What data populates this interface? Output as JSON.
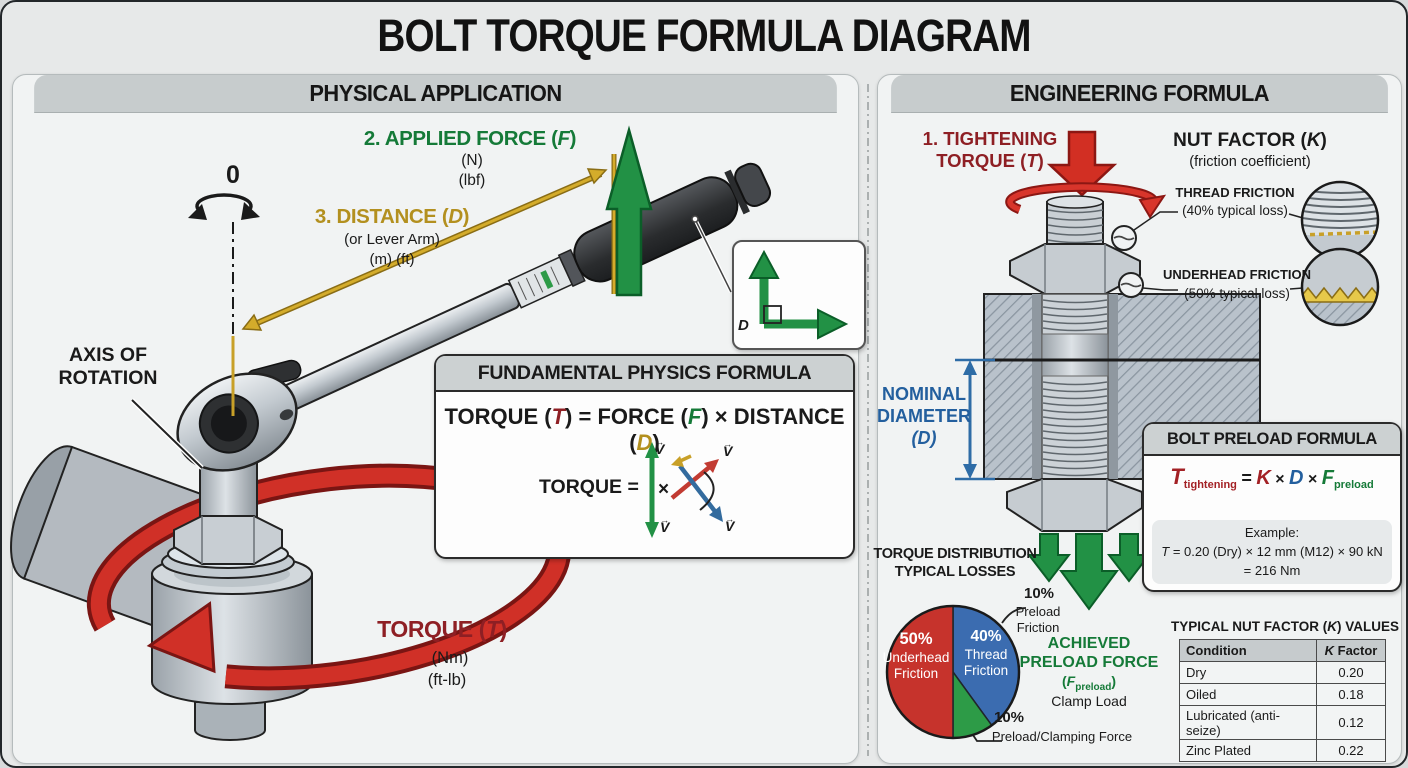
{
  "title": "BOLT TORQUE FORMULA DIAGRAM",
  "colors": {
    "green": "#1d8a42",
    "gold": "#c09a26",
    "red": "#d03027",
    "dark_red": "#8e1f24",
    "blue": "#2e6ca6",
    "pie_red": "#c6332c",
    "pie_blue": "#3b6cb0",
    "pie_green": "#2d9b47"
  },
  "left": {
    "header": "PHYSICAL APPLICATION",
    "zero": "0",
    "applied_force": {
      "pre": "2. APPLIED FORCE (",
      "sym": "F",
      "post": ")",
      "unit1": "(N)",
      "unit2": "(lbf)"
    },
    "distance": {
      "pre": "3. DISTANCE (",
      "sym": "D",
      "post": ")",
      "sub": "(or Lever Arm)",
      "units": "(m) (ft)"
    },
    "axis": {
      "line1": "AXIS OF",
      "line2": "ROTATION"
    },
    "torque": {
      "pre": "TORQUE (",
      "sym": "T",
      "post": ")",
      "unit1": "(Nm)",
      "unit2": "(ft-lb)"
    },
    "inset_d": "D",
    "physics_box": {
      "header": "FUNDAMENTAL PHYSICS FORMULA",
      "eq": {
        "p1": "TORQUE (",
        "t": "T",
        "p2": ") = FORCE (",
        "f": "F",
        "p3": ") × DISTANCE (",
        "d": "D",
        "p4": ")"
      },
      "torque_label": "TORQUE =",
      "times": "×",
      "v": "V",
      "vec_arrow": "→"
    }
  },
  "right": {
    "header": "ENGINEERING FORMULA",
    "tightening": {
      "line1": "1. TIGHTENING",
      "pre": "TORQUE (",
      "sym": "T",
      "post": ")"
    },
    "nut_factor": {
      "pre": "NUT FACTOR (",
      "sym": "K",
      "post": ")",
      "sub": "(friction coefficient)"
    },
    "thread_friction": {
      "title": "THREAD FRICTION",
      "sub": "(40% typical loss)"
    },
    "underhead_friction": {
      "title": "UNDERHEAD FRICTION",
      "sub": "(50% typical loss)"
    },
    "nominal_diameter": {
      "line1": "NOMINAL",
      "line2": "DIAMETER",
      "line3": "(D)"
    },
    "preload_box": {
      "header": "BOLT PRELOAD FORMULA",
      "t": "T",
      "t_sub": "tightening",
      "eq": "=",
      "k": "K",
      "x1": "×",
      "d": "D",
      "x2": "×",
      "f": "F",
      "f_sub": "preload",
      "example_title": "Example:",
      "ex_t": "T",
      "ex_rest": " = 0.20 (Dry) × 12 mm (M12) × 90 kN",
      "ex_result": "= 216 Nm"
    },
    "distribution": {
      "line1": "TORQUE DISTRIBUTION",
      "line2": "TYPICAL LOSSES"
    },
    "pie_labels": {
      "red_pct": "50%",
      "red_l1": "Underhead",
      "red_l2": "Friction",
      "blue_pct": "40%",
      "blue_l1": "Thread",
      "blue_l2": "Friction"
    },
    "callout_top": {
      "pct": "10%",
      "line1": "Preload",
      "line2": "Friction"
    },
    "callout_bottom": {
      "pct": "10%",
      "label": "Preload/Clamping Force"
    },
    "achieved": {
      "line1": "ACHIEVED",
      "line2": "PRELOAD FORCE",
      "f_open": "(",
      "f_sym": "F",
      "f_sub": "preload",
      "f_close": ")",
      "sub": "Clamp Load"
    },
    "nut_table": {
      "title_pre": "TYPICAL NUT FACTOR (",
      "title_sym": "K",
      "title_post": ") VALUES",
      "header_col1": "Condition",
      "header_k": "K",
      "header_k_rest": " Factor",
      "rows": [
        [
          "Dry",
          "0.20"
        ],
        [
          "Oiled",
          "0.18"
        ],
        [
          "Lubricated (anti-seize)",
          "0.12"
        ],
        [
          "Zinc Plated",
          "0.22"
        ]
      ]
    }
  },
  "chart_data": {
    "type": "pie",
    "title": "TORQUE DISTRIBUTION TYPICAL LOSSES",
    "start_angle_deg": -90,
    "direction": "clockwise",
    "slices": [
      {
        "label": "Thread Friction",
        "value": 40,
        "color": "#3b6cb0",
        "text_color": "#ffffff"
      },
      {
        "label": "Preload/Clamping Force",
        "value": 10,
        "color": "#2d9b47",
        "text_color": "#111111"
      },
      {
        "label": "Underhead Friction",
        "value": 50,
        "color": "#c6332c",
        "text_color": "#ffffff"
      }
    ],
    "annotations": [
      "10% Preload Friction",
      "10% Preload/Clamping Force",
      "ACHIEVED PRELOAD FORCE (Fpreload) Clamp Load"
    ]
  }
}
